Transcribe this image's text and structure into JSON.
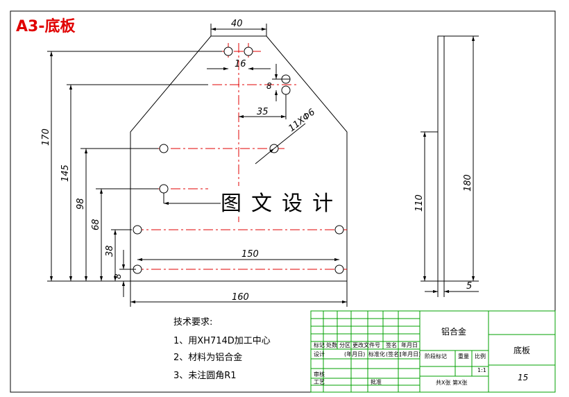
{
  "sheet_title": "A3-底板",
  "watermark": "图文设计",
  "dimensions": {
    "top_width": "40",
    "hole_pitch": "16",
    "hole_offset_v": "8",
    "hole_offset_h": "35",
    "hole_callout": "11XΦ6",
    "h170": "170",
    "h145": "145",
    "h98": "98",
    "h68": "68",
    "h38": "38",
    "h8": "8",
    "w150": "150",
    "w160": "160",
    "side_110": "110",
    "side_180": "180",
    "side_thickness": "5"
  },
  "requirements": {
    "heading": "技术要求:",
    "items": [
      "1、用XH714D加工中心",
      "2、材料为铝合金",
      "3、未注圆角R1"
    ]
  },
  "title_block": {
    "material": "铝合金",
    "part_name": "底板",
    "part_no": "15",
    "labels_row1": [
      "标记",
      "处数",
      "分区",
      "更改文件号",
      "签名",
      "年月日"
    ],
    "labels_row2": [
      "设计",
      "",
      "(年月日)",
      "标准化",
      "(签名)",
      "(年月日)"
    ],
    "stage_mark": "阶段标记",
    "weight": "重量",
    "scale": "比例",
    "scale_value": "1:1",
    "audit": "审核",
    "process": "工艺",
    "approve": "批准",
    "sheets": "共X张 第X张"
  }
}
